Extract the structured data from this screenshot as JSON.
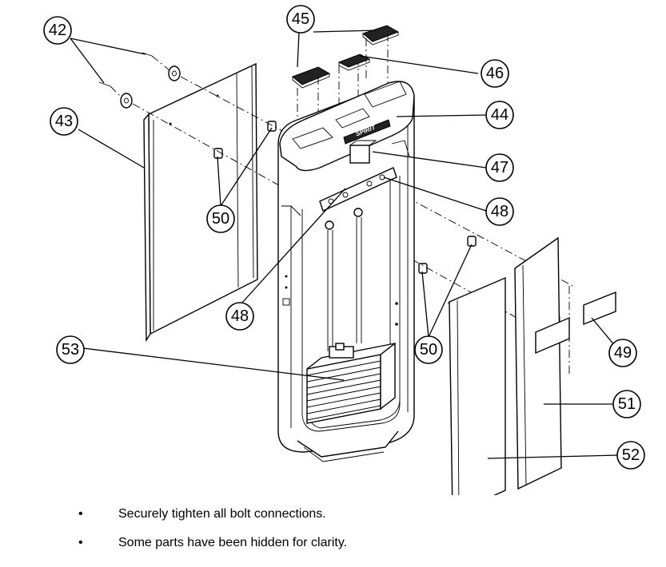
{
  "callouts": {
    "c42": "42",
    "c43": "43",
    "c44": "44",
    "c45": "45",
    "c46": "46",
    "c47": "47",
    "c48a": "48",
    "c48b": "48",
    "c49": "49",
    "c50a": "50",
    "c50b": "50",
    "c51": "51",
    "c52": "52",
    "c53": "53"
  },
  "brand_logo": "SPIRIT",
  "notes": [
    {
      "bullet": "•",
      "text": "Securely tighten all bolt connections."
    },
    {
      "bullet": "•",
      "text": "Some parts have been hidden for clarity."
    }
  ]
}
